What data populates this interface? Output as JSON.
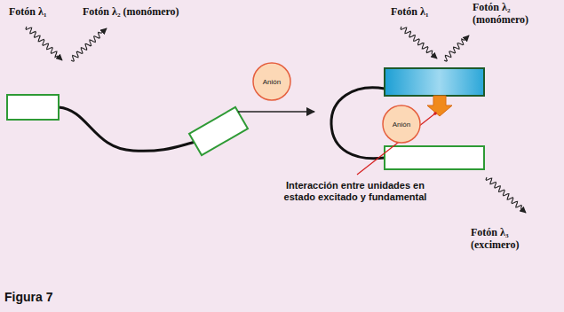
{
  "diagram": {
    "caption": "Figura 7",
    "nodes": [
      {
        "text": [
          "Anión"
        ]
      },
      {
        "text": [
          "Anión"
        ]
      }
    ],
    "labels": [
      "Fotón λ₁",
      "Fotón λ₂ (monómero)",
      "Fotón λ₁",
      "Fotón λ₂ (monómero)",
      "Interacción entre unidades en estado excitado y fundamental",
      "Fotón λ₃ (excimero)"
    ]
  }
}
